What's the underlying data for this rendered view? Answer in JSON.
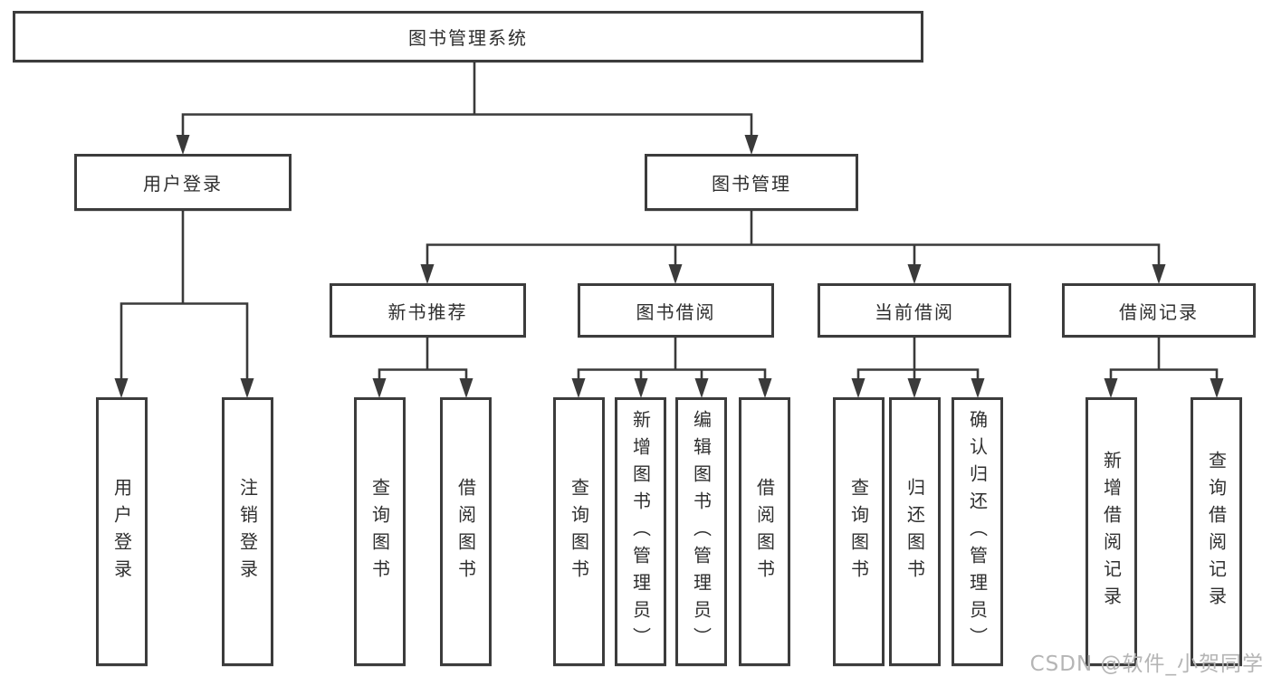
{
  "diagram_type": "hierarchy-tree",
  "watermark": {
    "text": "CSDN @软件_小贺同学"
  },
  "colors": {
    "line": "#3a3a3a",
    "box_border": "#3c3c3c",
    "text": "#2f2f2f",
    "background": "#ffffff",
    "watermark": "#b5b5b5"
  },
  "tree": {
    "label": "图书管理系统",
    "children": [
      {
        "label": "用户登录",
        "children": [
          {
            "label": "用户登录"
          },
          {
            "label": "注销登录"
          }
        ]
      },
      {
        "label": "图书管理",
        "children": [
          {
            "label": "新书推荐",
            "children": [
              {
                "label": "查询图书"
              },
              {
                "label": "借阅图书"
              }
            ]
          },
          {
            "label": "图书借阅",
            "children": [
              {
                "label": "查询图书"
              },
              {
                "label": "新增图书（管理员）"
              },
              {
                "label": "编辑图书（管理员）"
              },
              {
                "label": "借阅图书"
              }
            ]
          },
          {
            "label": "当前借阅",
            "children": [
              {
                "label": "查询图书"
              },
              {
                "label": "归还图书"
              },
              {
                "label": "确认归还（管理员）"
              }
            ]
          },
          {
            "label": "借阅记录",
            "children": [
              {
                "label": "新增借阅记录"
              },
              {
                "label": "查询借阅记录"
              }
            ]
          }
        ]
      }
    ]
  }
}
